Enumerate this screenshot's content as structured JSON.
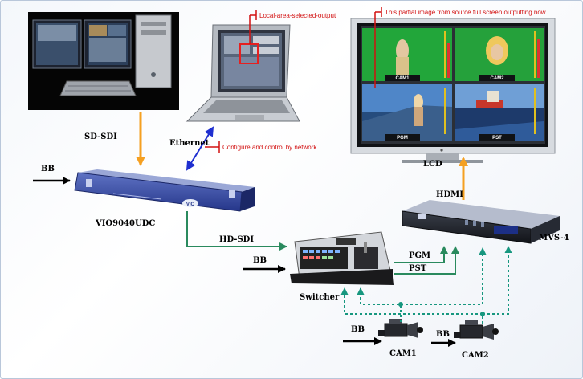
{
  "labels": {
    "sd_sdi": "SD-SDI",
    "ethernet": "Ethernet",
    "bb_left": "BB",
    "vio": "VIO9040UDC",
    "hd_sdi": "HD-SDI",
    "bb_switcher": "BB",
    "switcher": "Switcher",
    "pgm": "PGM",
    "pst": "PST",
    "hdmi": "HDMI",
    "lcd": "LCD",
    "mvs": "MVS-4",
    "bb_cam1": "BB",
    "cam1": "CAM1",
    "bb_cam2": "BB",
    "cam2": "CAM2"
  },
  "annotations": {
    "local_output": "Local-area-selected-output",
    "configure": "Configure and control by network",
    "partial_image": "This partial  image from source  full screen outputting now"
  },
  "screen": {
    "tiles": [
      "CAM1",
      "CAM2",
      "PGM",
      "PST"
    ],
    "device_logo": "VIO"
  },
  "colors": {
    "orange_arrow": "#f5a021",
    "blue_arrow": "#1f2fd0",
    "green_line": "#2a8a5e",
    "teal_dashed": "#17977f",
    "annotation_red": "#d21010"
  }
}
